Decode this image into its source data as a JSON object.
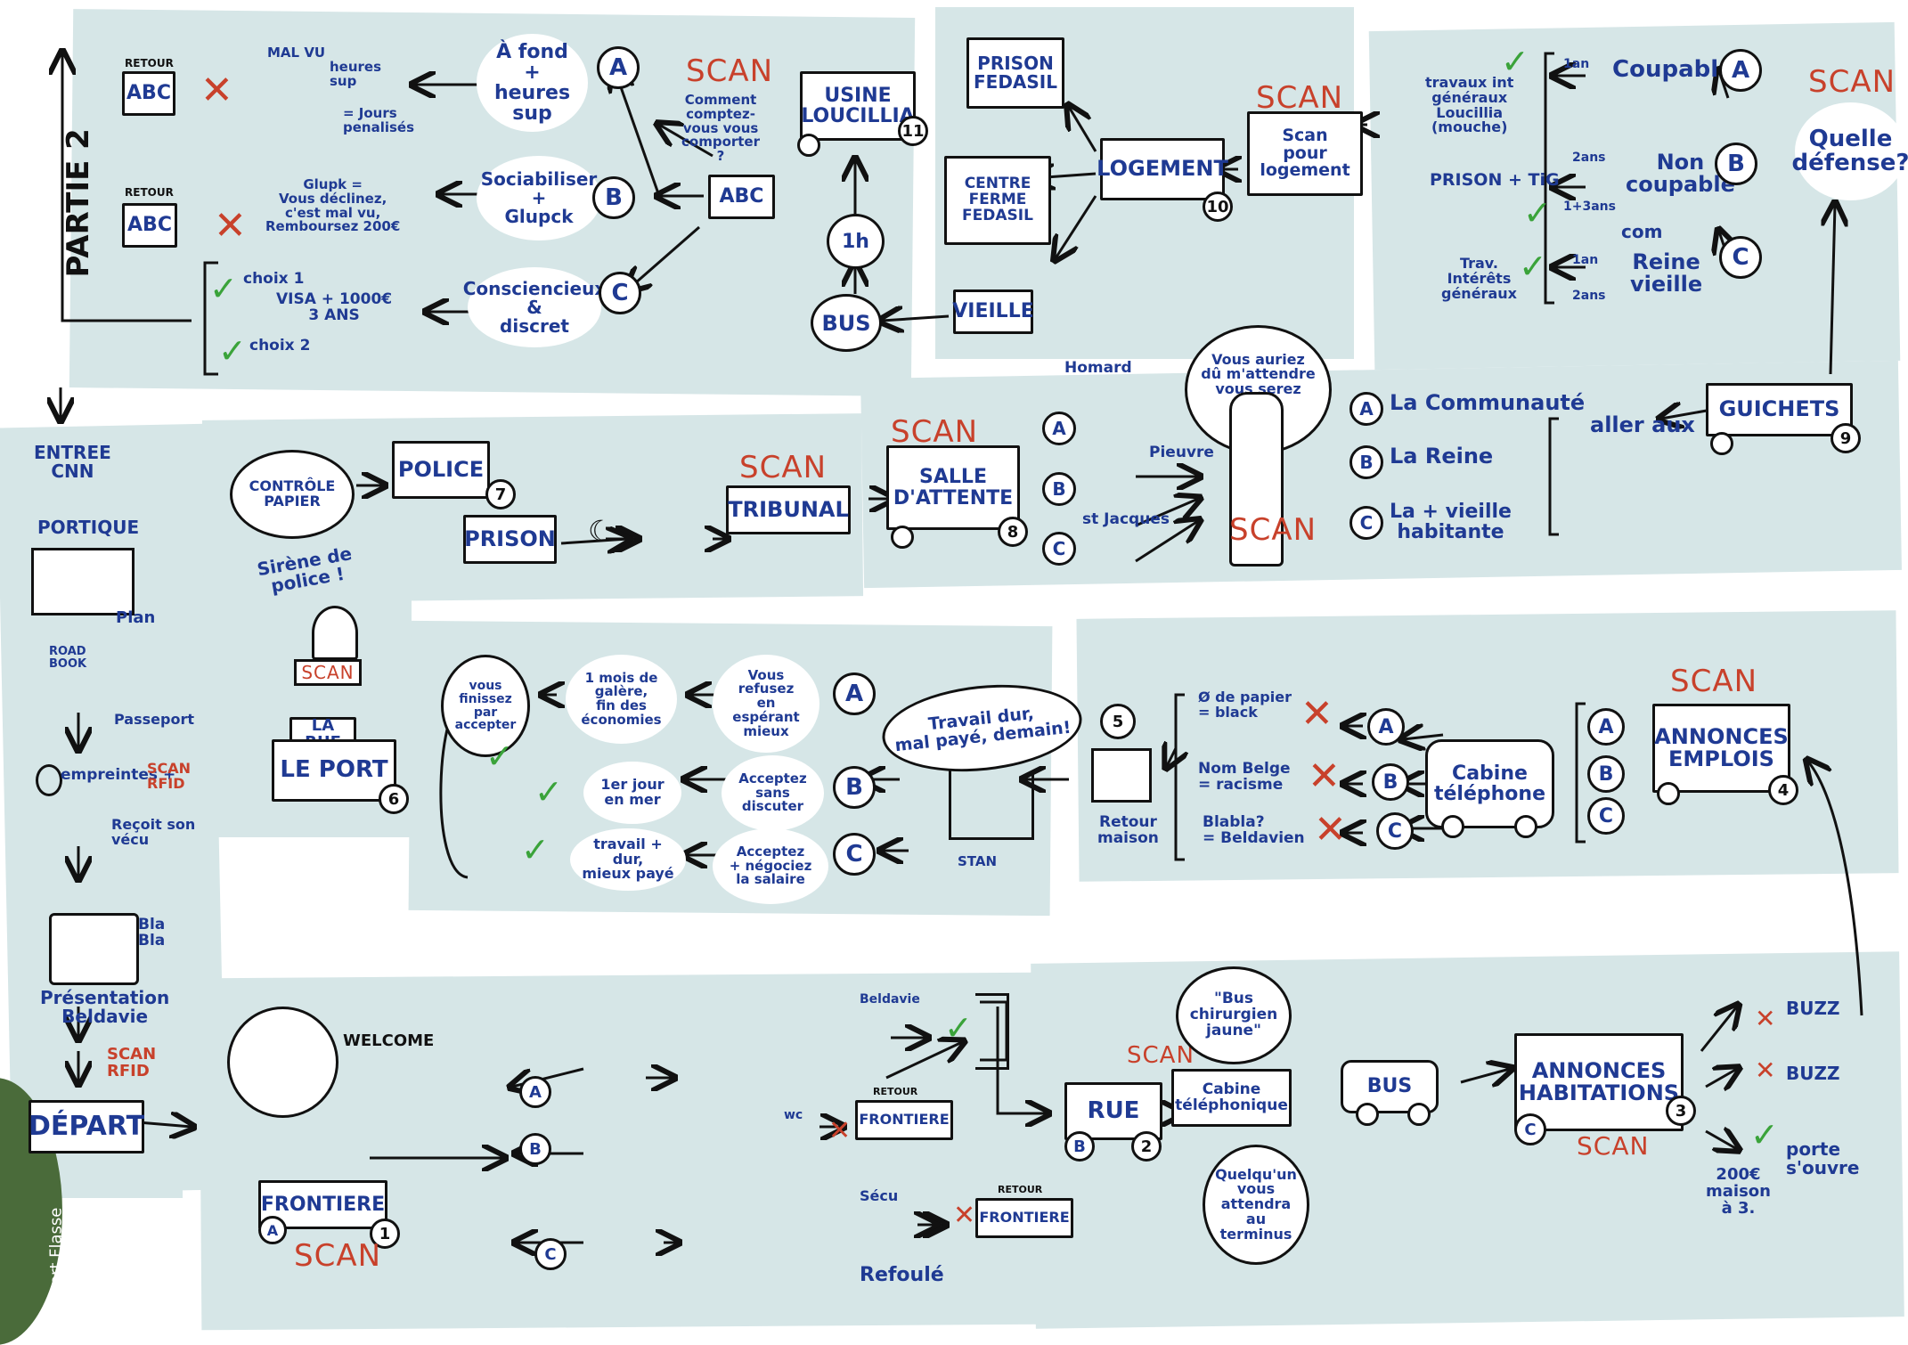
{
  "colors": {
    "panel": "#d6e6e7",
    "ink": "#1f3a93",
    "scan": "#c8412b",
    "check": "#3aa33a"
  },
  "part": "PARTIE 2",
  "scan": "SCAN",
  "retour": "RETOUR",
  "left_column": {
    "entree": "ENTREE\nCNN",
    "portique": "PORTIQUE",
    "road_book": "ROAD\nBOOK",
    "plan": "Plan",
    "passeport": "Passeport",
    "empreintes": "empreintes +",
    "scan_rfid": "SCAN\nRFID",
    "recoit": "Reçoit son\nvécu",
    "blabla": "Bla\nBla",
    "presentation": "Présentation\nBeldavie",
    "depart": "DÉPART",
    "credit": "© Hubert Flasse"
  },
  "row1": {
    "abc_retour_1": "ABC",
    "abc_retour_2": "ABC",
    "mal_vu": "MAL VU",
    "heures_sup": "heures\nsup",
    "jours_penalises": "= Jours\npenalisés",
    "glupk_note": "Glupk =\nVous déclinez,\nc'est mal vu,\nRemboursez 200€",
    "choix1": "choix 1",
    "visa": "VISA + 1000€\n3 ANS",
    "choix2": "choix 2",
    "opt_a": "À fond\n+ heures\nsup",
    "opt_b": "Sociabiliser\n+\nGlupck",
    "opt_c": "Consciencieux\n&\ndiscret",
    "question": "Comment\ncomptez-\nvous vous\ncomporter\n?",
    "abc": "ABC",
    "usine": "USINE\nLOUCILLIA",
    "usine_num": "11",
    "duration": "1h",
    "bus": "BUS",
    "vieille": "VIEILLE",
    "prison_fedasil": "PRISON\nFEDASIL",
    "centre_ferme": "CENTRE\nFERME\nFEDASIL",
    "logement": "LOGEMENT",
    "logement_num": "10",
    "scan_logement": "Scan\npour\nlogement",
    "travaux1": "travaux int\ngénéraux\nLoucillia\n(mouche)",
    "prison_tig": "PRISON + TiG",
    "travaux2": "Trav.\nIntérêts\ngénéraux",
    "d_1an": "1an",
    "d_2ans": "2ans",
    "d_1p3ans": "1+3ans",
    "d_1an_b": "1an",
    "d_2ans_b": "2ans",
    "coupable": "Coupable",
    "non_coupable": "Non\ncoupable",
    "com": "com",
    "reine_vieille": "Reine\nvieille",
    "quelle_defense": "Quelle\ndéfense?"
  },
  "row2": {
    "controle": "CONTRÔLE\nPAPIER",
    "sirene": "Sirène de\npolice !",
    "police": "POLICE",
    "police_num": "7",
    "prison": "PRISON",
    "tribunal": "TRIBUNAL",
    "salle": "SALLE\nD'ATTENTE",
    "salle_num": "8",
    "homard": "Homard",
    "pieuvre": "Pieuvre",
    "st_jacques": "st Jacques",
    "judge_bubble": "Vous auriez\ndû m'attendre\nvous serez\njugé\npar",
    "communaute": "La Communauté",
    "reine": "La Reine",
    "vieille": "La + vieille\nhabitante",
    "aller": "aller aux",
    "guichets": "GUICHETS",
    "guichets_num": "9"
  },
  "row3": {
    "la_rue": "LA RUE",
    "le_port": "LE PORT",
    "port_num": "6",
    "vous_finissez": "vous\nfinissez\npar\naccepter",
    "galere": "1 mois de\ngalère,\nfin des\néconomies",
    "refusez": "Vous\nrefusez\nen\nespérant\nmieux",
    "premier_jour": "1er jour\nen mer",
    "acceptez": "Acceptez\nsans\ndiscuter",
    "travail_plus": "travail + dur,\nmieux payé",
    "negociez": "Acceptez\n+ négociez\nla salaire",
    "travail_bubble": "Travail dur,\nmal payé, demain!",
    "stan": "STAN",
    "retour_maison": "Retour\nmaison",
    "maison_num": "5",
    "papier": "Ø de papier\n= black",
    "nom_belge": "Nom Belge\n= racisme",
    "blabla": "Blabla?\n= Beldavien",
    "cabine": "Cabine\ntéléphone",
    "annonces": "ANNONCES\nEMPLOIS",
    "annonces_num": "4"
  },
  "row4": {
    "welcome": "WELCOME",
    "frontiere": "FRONTIERE",
    "frontiere_num": "1",
    "beldavie": "Beldavie",
    "wc": "wc",
    "frontiere_small": "FRONTIERE",
    "secu": "Sécu",
    "refoule": "Refoulé",
    "rue": "RUE",
    "rue_num": "2",
    "bus_bubble": "\"Bus\nchirurgien\njaune\"",
    "cabine_tel": "Cabine\ntéléphonique",
    "attendra": "Quelqu'un\nvous\nattendra\nau\nterminus",
    "bus": "BUS",
    "annonces_hab": "ANNONCES\nHABITATIONS",
    "hab_num": "3",
    "buzz": "BUZZ",
    "porte": "porte\ns'ouvre",
    "maison": "200€\nmaison\nà 3."
  }
}
